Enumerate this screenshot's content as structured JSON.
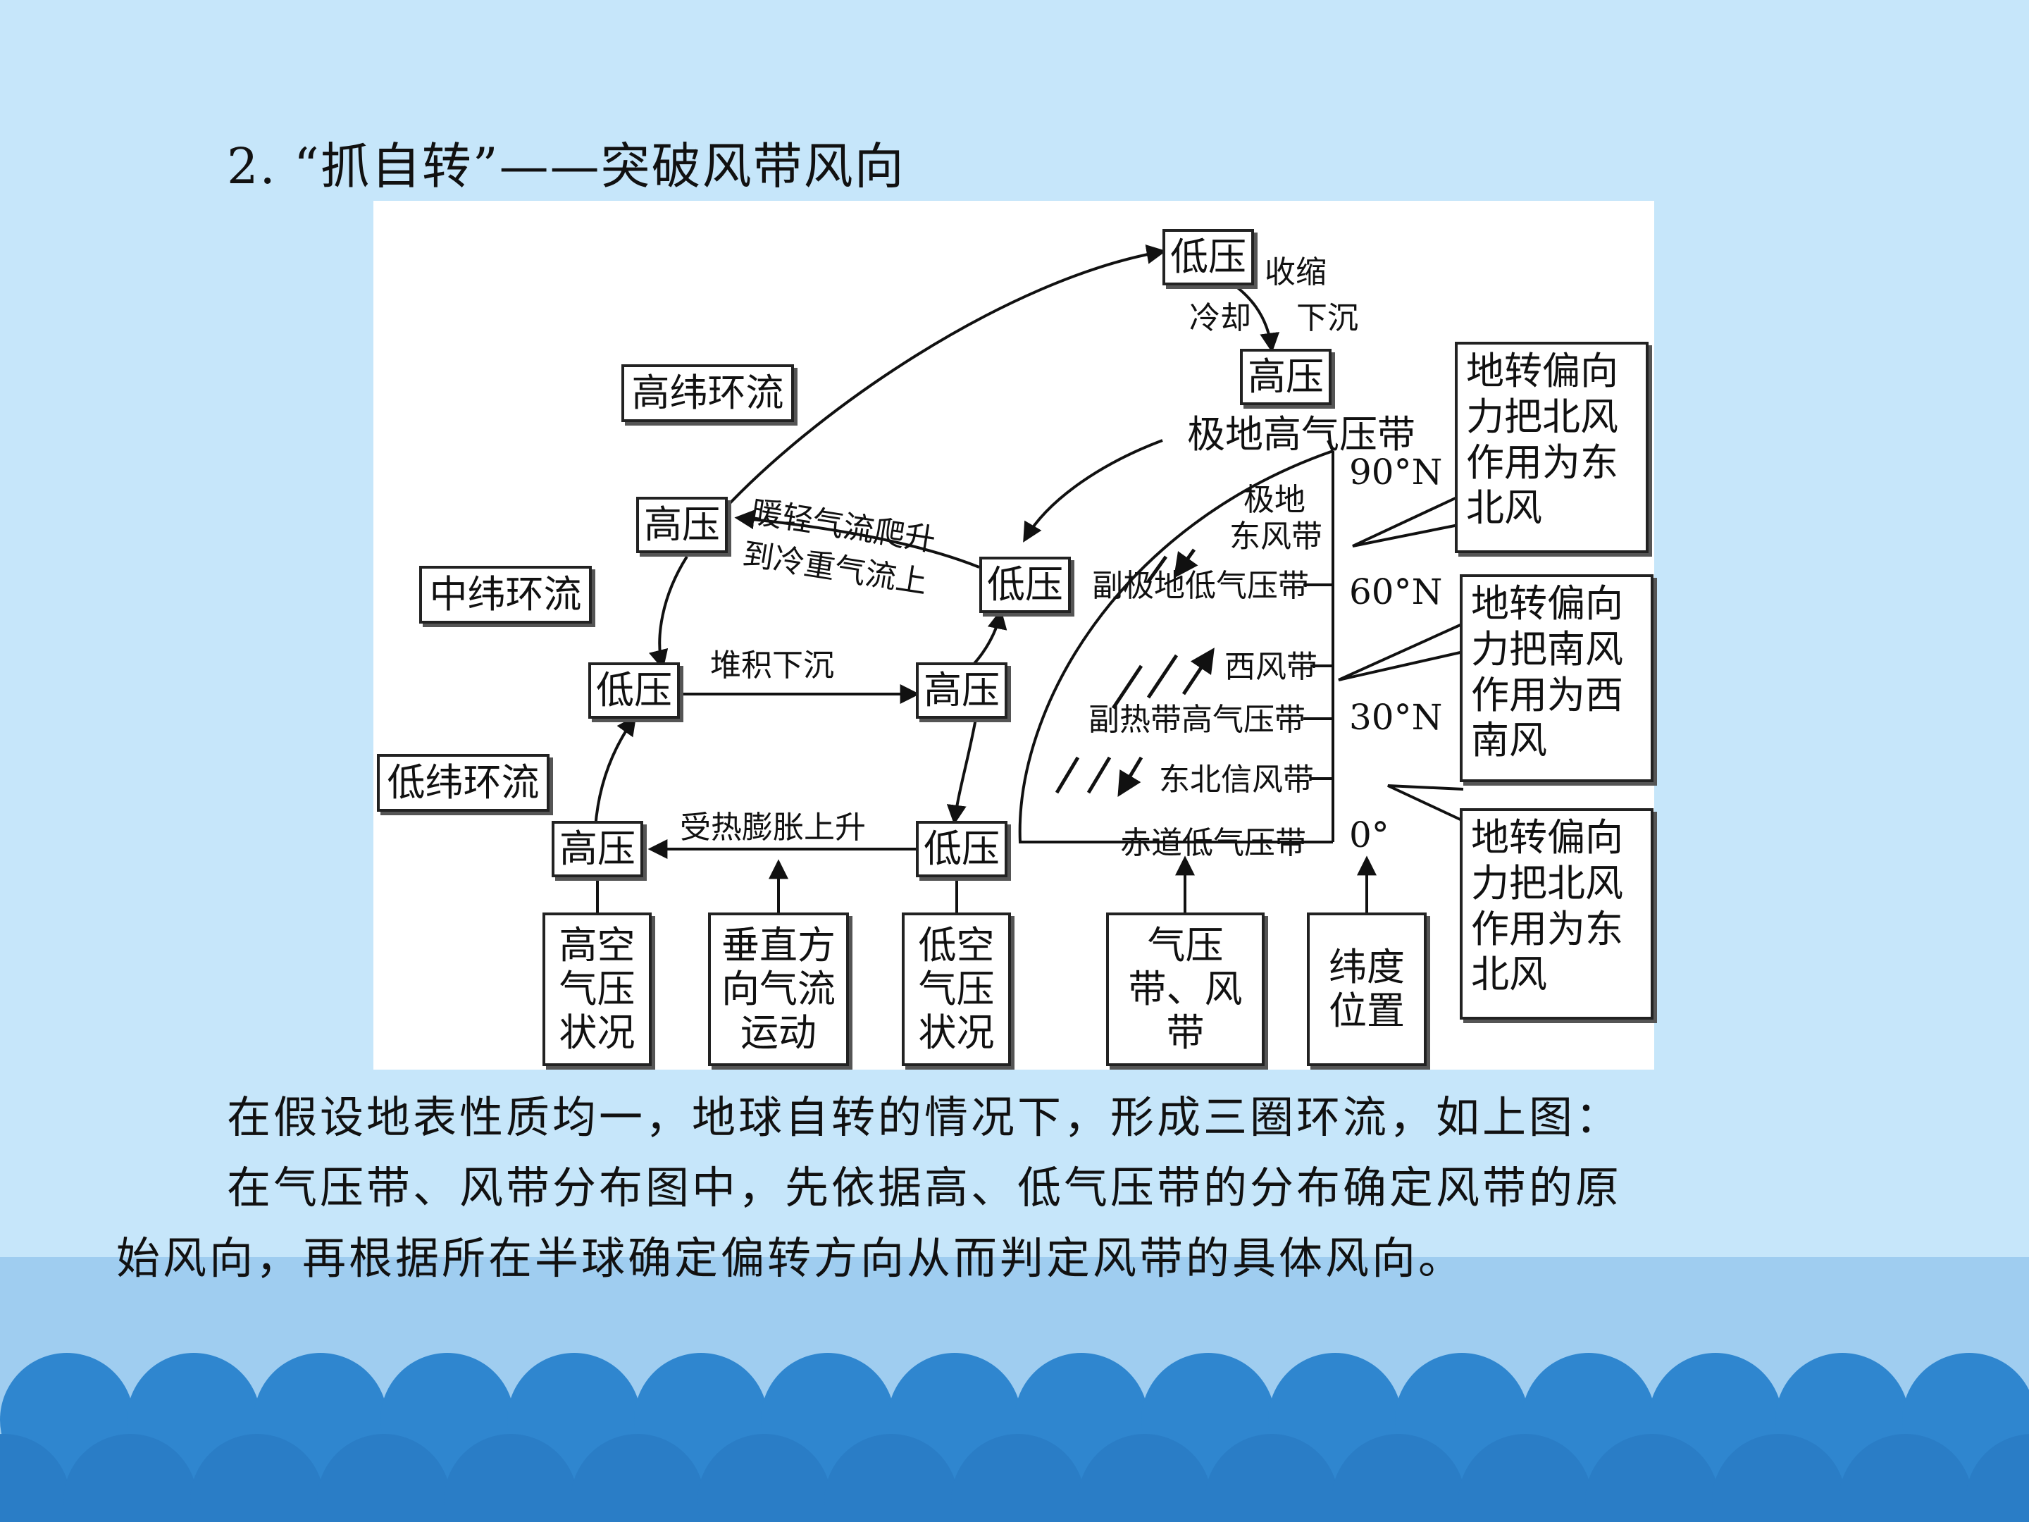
{
  "title": "2. “抓自转”——突破风带风向",
  "diagram": {
    "circulation_labels": {
      "high_lat": "高纬环流",
      "mid_lat": "中纬环流",
      "low_lat": "低纬环流"
    },
    "pressure_nodes": {
      "top_low": "低压",
      "top_high": "高压",
      "mid_high": "高压",
      "mid_low": "低压",
      "row2_low": "低压",
      "row2_high": "高压",
      "bottom_high": "高压",
      "bottom_low": "低压"
    },
    "flow_labels": {
      "shrink": "收缩",
      "cool": "冷却",
      "sink": "下沉",
      "warm_rise_1": "暖轻气流爬升",
      "warm_rise_2": "到冷重气流上",
      "pile_sink": "堆积下沉",
      "heat_rise": "受热膨胀上升"
    },
    "belt_labels": {
      "polar_high": "极地高气压带",
      "polar_east_1": "极地",
      "polar_east_2": "东风带",
      "subpolar_low": "副极地低气压带",
      "westerlies": "西风带",
      "subtropical_high": "副热带高气压带",
      "ne_trades": "东北信风带",
      "equator_low": "赤道低气压带"
    },
    "latitudes": {
      "lat90": "90°N",
      "lat60": "60°N",
      "lat30": "30°N",
      "lat0": "0°"
    },
    "bottom_labels": {
      "upper_pressure": "高空气压状况",
      "vertical_flow": "垂直方向气流运动",
      "lower_pressure": "低空气压状况",
      "belts": "气压带、风带",
      "latitude_position": "纬度位置"
    },
    "notes": {
      "note1": "地转偏向力把北风作用为东北风",
      "note2": "地转偏向力把南风作用为西南风",
      "note3": "地转偏向力把北风作用为东北风"
    }
  },
  "paragraphs": {
    "line1": "在假设地表性质均一，地球自转的情况下，形成三圈环流，如上图：",
    "line2": "在气压带、风带分布图中，先依据高、低气压带的分布确定风带的原",
    "line3": "始风向，再根据所在半球确定偏转方向从而判定风带的具体风向。"
  }
}
